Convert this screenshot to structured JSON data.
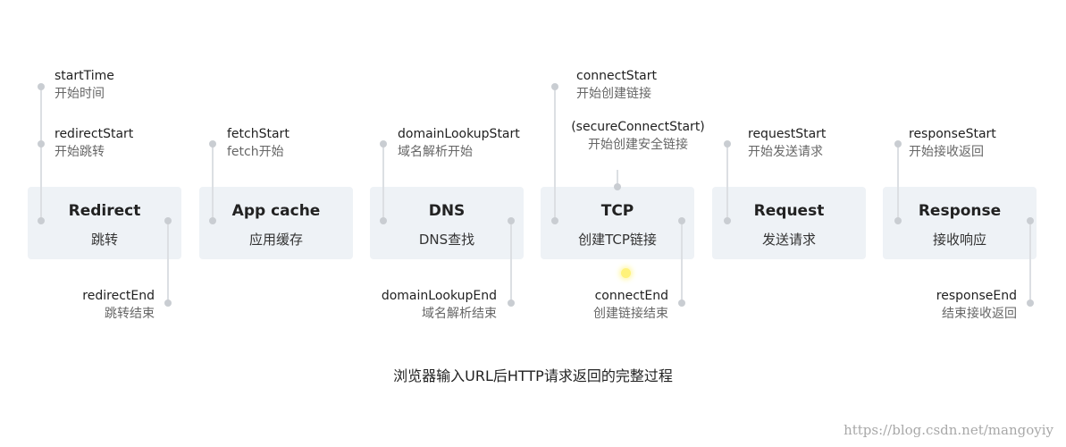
{
  "stages": [
    {
      "title": "Redirect",
      "subtitle": "跳转"
    },
    {
      "title": "App cache",
      "subtitle": "应用缓存"
    },
    {
      "title": "DNS",
      "subtitle": "DNS查找"
    },
    {
      "title": "TCP",
      "subtitle": "创建TCP链接"
    },
    {
      "title": "Request",
      "subtitle": "发送请求"
    },
    {
      "title": "Response",
      "subtitle": "接收响应"
    }
  ],
  "events": {
    "startTime": {
      "name": "startTime",
      "desc": "开始时间"
    },
    "redirectStart": {
      "name": "redirectStart",
      "desc": "开始跳转"
    },
    "redirectEnd": {
      "name": "redirectEnd",
      "desc": "跳转结束"
    },
    "fetchStart": {
      "name": "fetchStart",
      "desc": "fetch开始"
    },
    "domainLookupStart": {
      "name": "domainLookupStart",
      "desc": "域名解析开始"
    },
    "domainLookupEnd": {
      "name": "domainLookupEnd",
      "desc": "域名解析结束"
    },
    "connectStart": {
      "name": "connectStart",
      "desc": "开始创建链接"
    },
    "secureConnectStart": {
      "name": "(secureConnectStart)",
      "desc": "开始创建安全链接"
    },
    "connectEnd": {
      "name": "connectEnd",
      "desc": "创建链接结束"
    },
    "requestStart": {
      "name": "requestStart",
      "desc": "开始发送请求"
    },
    "responseStart": {
      "name": "responseStart",
      "desc": "开始接收返回"
    },
    "responseEnd": {
      "name": "responseEnd",
      "desc": "结束接收返回"
    }
  },
  "caption": "浏览器输入URL后HTTP请求返回的完整过程",
  "watermark": "https://blog.csdn.net/mangoyiy"
}
